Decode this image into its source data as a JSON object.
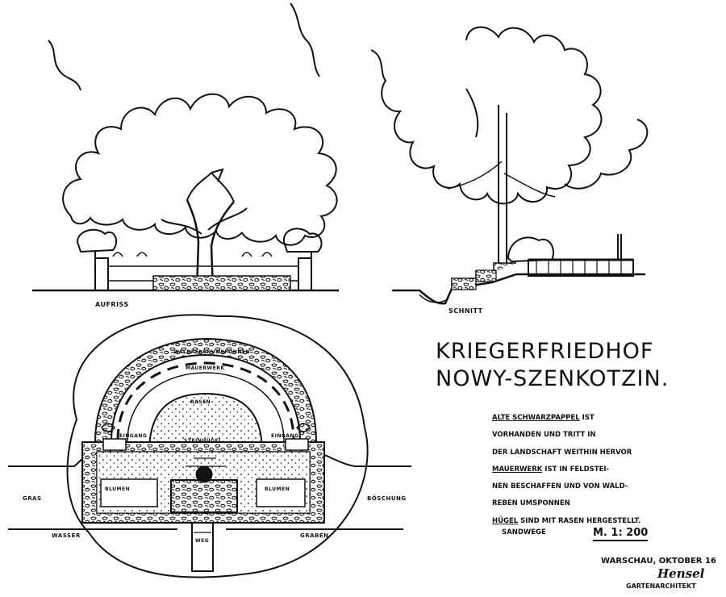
{
  "title_line1": "KRIEGERFRIEDHOF",
  "title_line2": "NOWY-SZENKOTZIN.",
  "view_labels": {
    "elevation": "AUFRISS",
    "section": "SCHNITT"
  },
  "plan_labels": {
    "wall_arc": "WALDREBENUMSPONNEN",
    "enclosure_wall": "MAUERWERK",
    "gate_left": "EINGANG",
    "gate_right": "EINGANG",
    "lawn": "RASEN",
    "mound": "STEINHÜGEL",
    "grass_left": "GRAS",
    "embankment_right": "BÖSCHUNG",
    "bed_left": "BLUMEN",
    "bed_right": "BLUMEN",
    "water": "WASSER",
    "ditch": "GRABEN",
    "entry": "WEG"
  },
  "notes": [
    {
      "head": "ALTE SCHWARZPAPPEL",
      "rest": " IST"
    },
    {
      "head": "",
      "rest": "VORHANDEN UND TRITT IN"
    },
    {
      "head": "",
      "rest": "DER LANDSCHAFT WEITHIN HERVOR"
    },
    {
      "head": "MAUERWERK",
      "rest": " IST IN FELDSTEI-"
    },
    {
      "head": "",
      "rest": "NEN BESCHAFFEN UND VON WALD-"
    },
    {
      "head": "",
      "rest": "REBEN UMSPONNEN"
    },
    {
      "head": "HÜGEL",
      "rest": " SIND MIT RASEN HERGESTELLT."
    }
  ],
  "paths_label": "SANDWEGE",
  "scale": "M. 1: 200",
  "signature": {
    "place_date": "WARSCHAU, OKTOBER 16",
    "name": "Hensel",
    "role": "GARTENARCHITEKT"
  },
  "colors": {
    "ink": "#111111",
    "paper": "#ffffff"
  }
}
